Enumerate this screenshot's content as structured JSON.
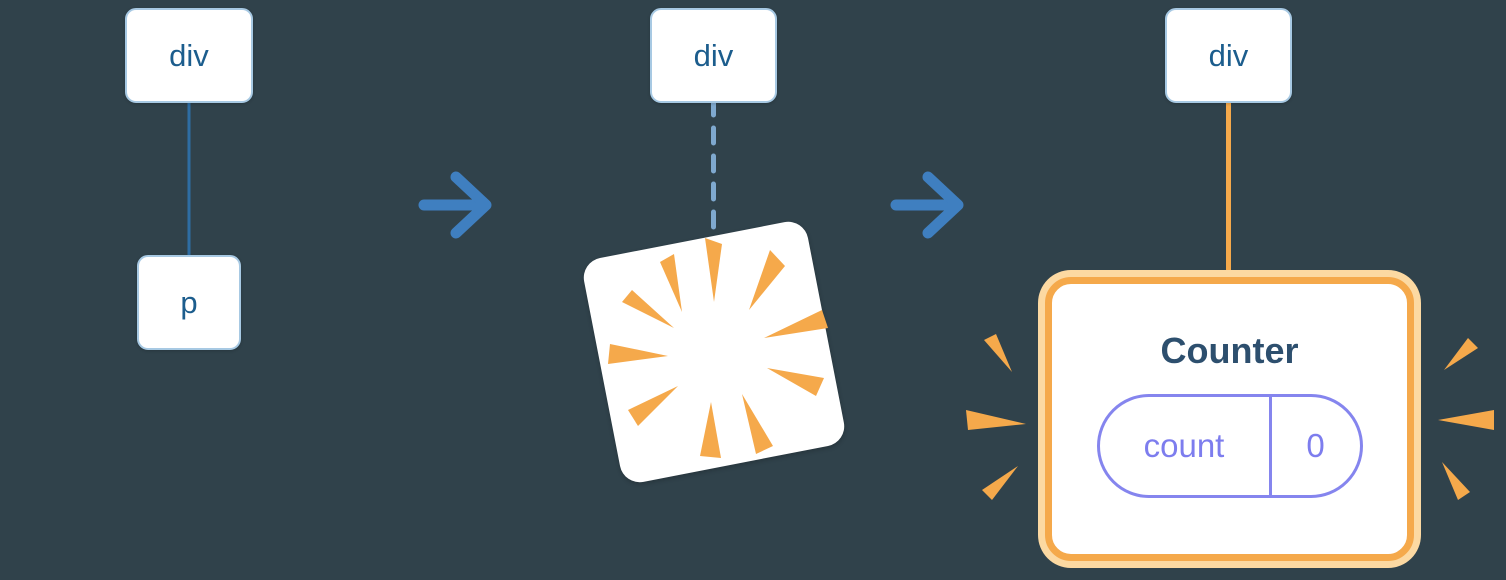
{
  "diagram": {
    "description": "render tree transition: div with p child, p destroyed, div with Counter component",
    "before": {
      "parent_label": "div",
      "child_label": "p"
    },
    "during": {
      "parent_label": "div"
    },
    "after": {
      "parent_label": "div",
      "component": {
        "title": "Counter",
        "state_key": "count",
        "state_value": "0"
      }
    }
  },
  "icons": {
    "arrow_1": "right-arrow",
    "arrow_2": "right-arrow",
    "explosion": "explosion-sparks",
    "highlight": "emphasis-sparks"
  },
  "colors": {
    "background": "#30424b",
    "node_fill": "#ffffff",
    "node_border": "#a7c9e3",
    "node_text": "#1c5d8d",
    "connector_solid_blue": "#2e6da3",
    "connector_dashed_blue": "#7fa9cf",
    "connector_orange": "#f5a94b",
    "arrow_blue": "#3f7fc0",
    "spark_orange": "#f5a94b",
    "counter_border": "#f5a94b",
    "counter_halo": "#fcd9a2",
    "counter_title_text": "#2d4f6e",
    "state_purple": "#8585ee"
  }
}
